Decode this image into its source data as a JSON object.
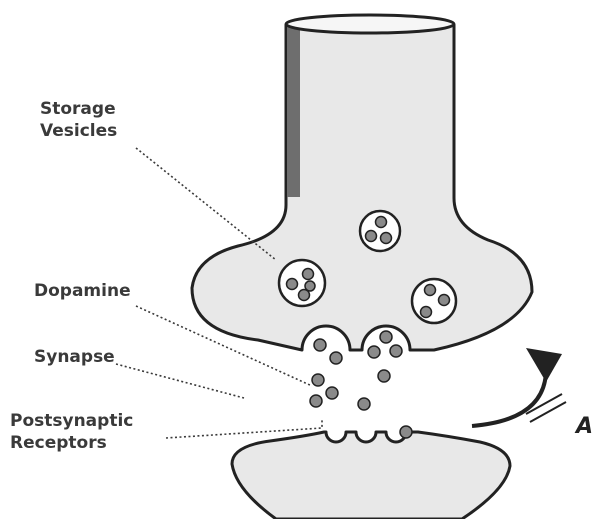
{
  "labels": {
    "storage_vesicles": [
      "Storage",
      "Vesicles"
    ],
    "dopamine": "Dopamine",
    "synapse": "Synapse",
    "postsynaptic_receptors": [
      "Postsynaptic",
      "Receptors"
    ],
    "edge_label": "A"
  },
  "colors": {
    "terminal_fill": "#e8e8e8",
    "outline": "#222222",
    "molecule_fill": "#8a8a8a",
    "shading": "#6e6e6e"
  },
  "icons": {
    "arrow": "curved-arrow-icon"
  }
}
